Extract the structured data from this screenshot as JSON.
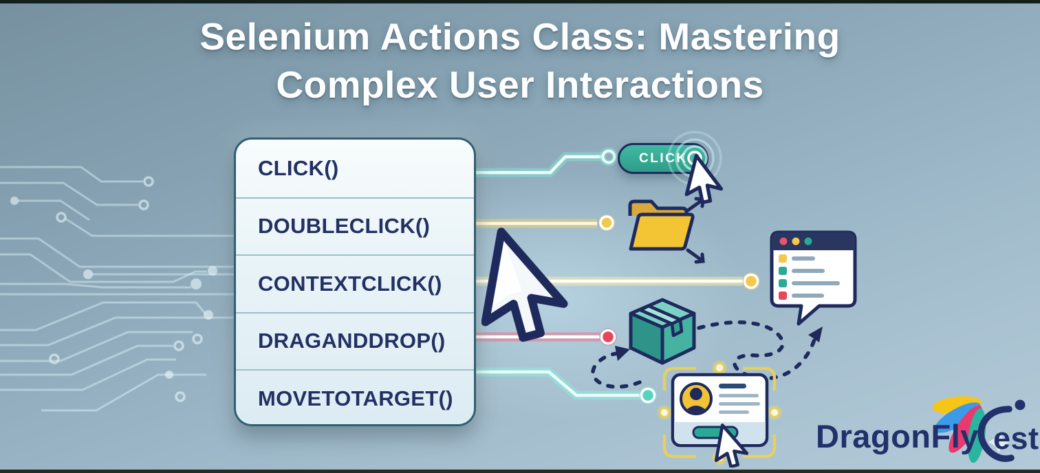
{
  "title": {
    "line1": "Selenium Actions Class: Mastering",
    "line2": "Complex User Interactions"
  },
  "method_panel": {
    "items": [
      {
        "label": "CLICK()"
      },
      {
        "label": "DOUBLECLICK()"
      },
      {
        "label": "CONTEXTCLICK()"
      },
      {
        "label": "DRAGANDDROP()"
      },
      {
        "label": "MOVETOTARGET()"
      }
    ]
  },
  "illustrations": {
    "click_demo": {
      "button_label": "CLICK",
      "icon": "cursor-icon-with-ripple"
    },
    "doubleclick_demo": {
      "icon": "open-folder-icon-with-expand-arrows"
    },
    "contextclick_demo": {
      "icon": "context-menu-window"
    },
    "draganddrop_demo": {
      "icon": "package-box-icon-with-dashed-path"
    },
    "movetotarget_demo": {
      "icon": "profile-card-with-cursor"
    }
  },
  "logo": {
    "text_left": "DragonFly",
    "text_right": "est",
    "mark": "dragonfly-wings-icon"
  },
  "colors": {
    "background_top": "#76909f",
    "background_bottom": "#b2cad8",
    "panel_bg": "#e8f3f7",
    "panel_border": "#30606f",
    "navy": "#1e2a5c",
    "teal": "#2fa893",
    "yellow": "#f2c94c",
    "red": "#e8445a",
    "blue": "#3d9ae8",
    "pink": "#e83a6e",
    "circuit_line": "#dff0f8"
  }
}
